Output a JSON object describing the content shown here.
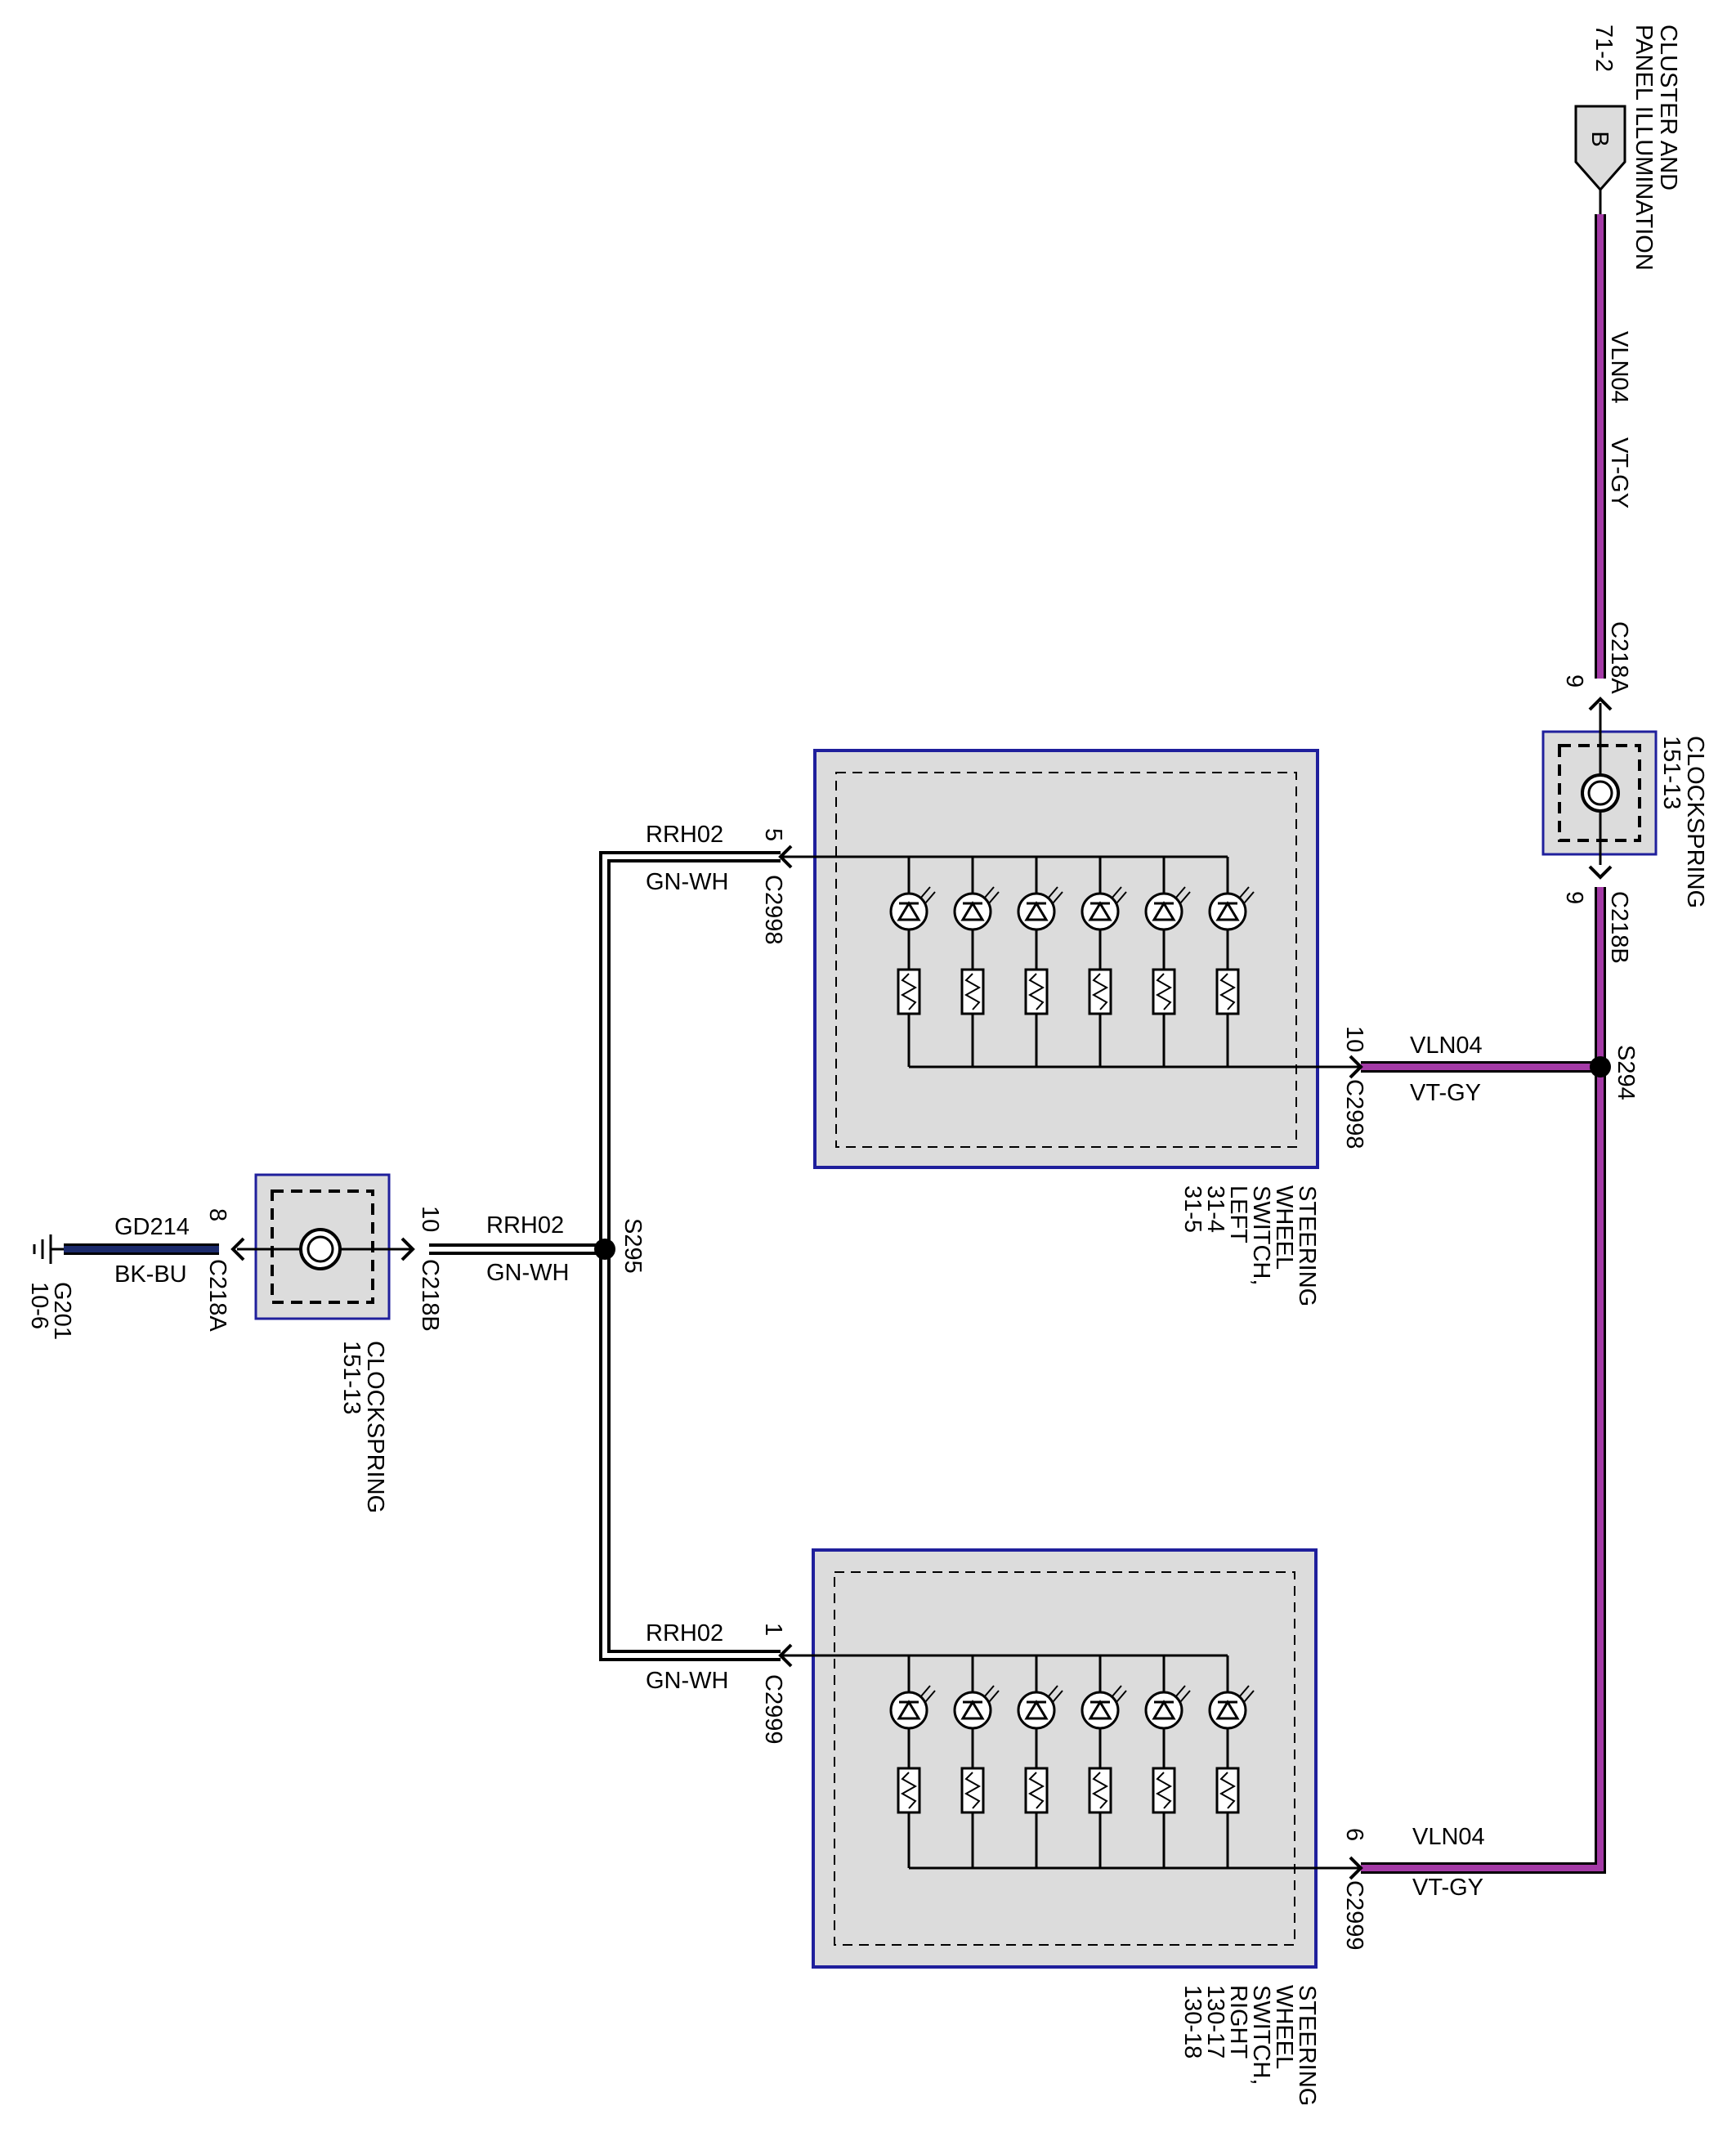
{
  "colors": {
    "vt_gy_core": "#a43aa6",
    "gn_wh_core": "#ffffff",
    "bk_bu_core": "#1b2a6b",
    "wire_edge": "#000000",
    "component_fill": "#dcdcdc",
    "component_border": "#1f1f9c",
    "background": "#ffffff"
  },
  "feed": {
    "arrow_label": "B",
    "ref": "71-2",
    "title_line1": "CLUSTER AND",
    "title_line2": "PANEL ILLUMINATION",
    "icon": "connector-arrow-icon"
  },
  "feed_wire": {
    "circuit": "VLN04",
    "color": "VT-GY"
  },
  "clockspring_top": {
    "title": "CLOCKSPRING",
    "ref": "151-13",
    "in_connector": "C218A",
    "in_pin": "9",
    "out_connector": "C218B",
    "out_pin": "9"
  },
  "clockspring_bottom": {
    "title": "CLOCKSPRING",
    "ref": "151-13",
    "left_connector": "C218A",
    "left_pin": "8",
    "right_connector": "C218B",
    "right_pin": "10"
  },
  "splices": {
    "s294": "S294",
    "s295": "S295"
  },
  "left_switch": {
    "title_line1": "STEERING",
    "title_line2": "WHEEL",
    "title_line3": "SWITCH,",
    "title_line4": "LEFT",
    "ref1": "31-4",
    "ref2": "31-5",
    "pin_ground": "5",
    "connector_ground": "C2998",
    "pin_power": "10",
    "connector_power": "C2998",
    "led_count": 6
  },
  "right_switch": {
    "title_line1": "STEERING",
    "title_line2": "WHEEL",
    "title_line3": "SWITCH,",
    "title_line4": "RIGHT",
    "ref1": "130-17",
    "ref2": "130-18",
    "pin_ground": "1",
    "connector_ground": "C2999",
    "pin_power": "6",
    "connector_power": "C2999",
    "led_count": 6
  },
  "wires": {
    "left_power": {
      "circuit": "VLN04",
      "color": "VT-GY"
    },
    "right_power": {
      "circuit": "VLN04",
      "color": "VT-GY"
    },
    "left_return": {
      "circuit": "RRH02",
      "color": "GN-WH"
    },
    "right_return": {
      "circuit": "RRH02",
      "color": "GN-WH"
    },
    "splice_to_clockspring": {
      "circuit": "RRH02",
      "color": "GN-WH"
    },
    "ground": {
      "circuit": "GD214",
      "color": "BK-BU"
    }
  },
  "ground_point": {
    "name": "G201",
    "ref": "10-6"
  }
}
